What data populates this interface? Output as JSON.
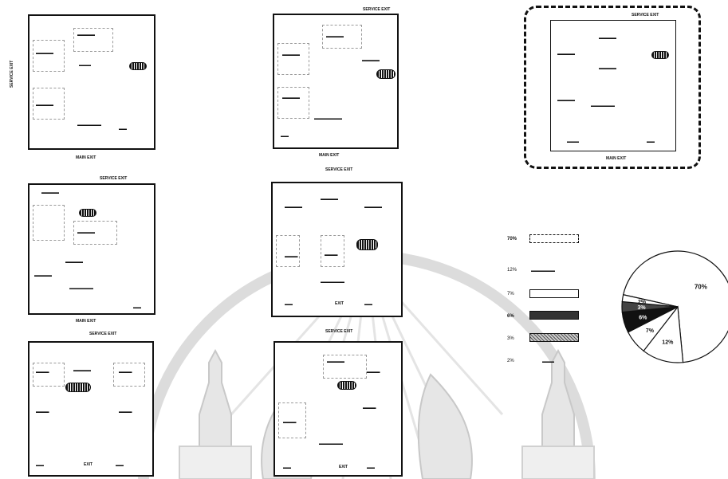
{
  "labels": {
    "service_exit": "SERVICE EXIT",
    "main_exit": "MAIN EXIT",
    "exit": "EXIT"
  },
  "chart_data": {
    "type": "pie",
    "legend_placement": "left",
    "values": [
      70,
      12,
      7,
      6,
      3,
      2
    ],
    "value_labels": [
      "70%",
      "12%",
      "7%",
      "6%",
      "3%",
      "2%"
    ],
    "slice_colors": [
      "#ffffff",
      "#ffffff",
      "#ffffff",
      "#111111",
      "#444444",
      "#ffffff"
    ]
  },
  "colors": {
    "ink": "#111111",
    "watermark": "#d9d9d9",
    "paper": "#ffffff"
  }
}
